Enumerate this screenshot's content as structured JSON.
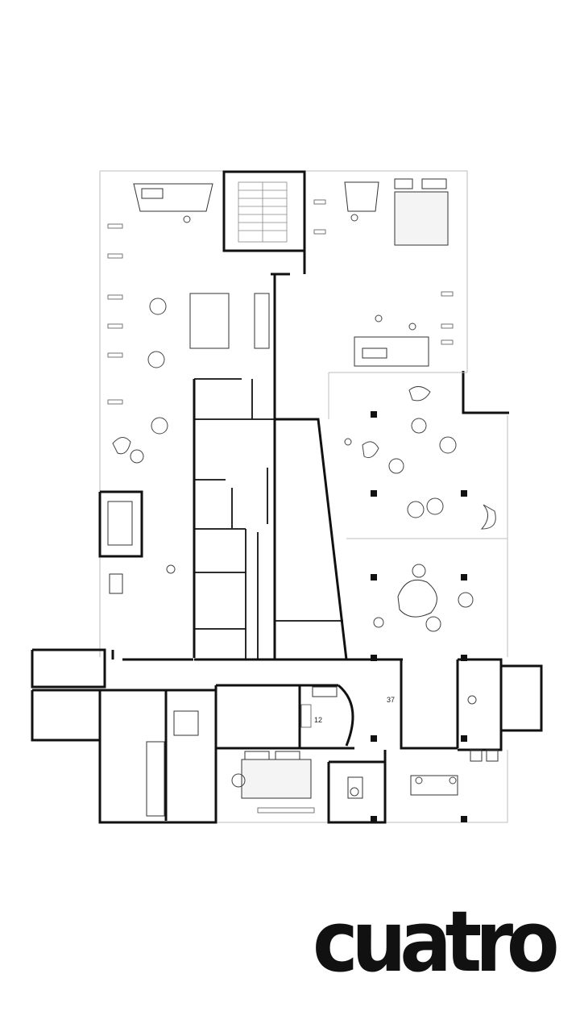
{
  "brand": {
    "logo_text": "cuatro",
    "color": "#111111"
  },
  "plan": {
    "line_color": "#111111",
    "thin_line_color": "#9a9a9a",
    "room_labels": [
      {
        "id": "label-37",
        "text": "37"
      },
      {
        "id": "label-12",
        "text": "12"
      }
    ]
  }
}
